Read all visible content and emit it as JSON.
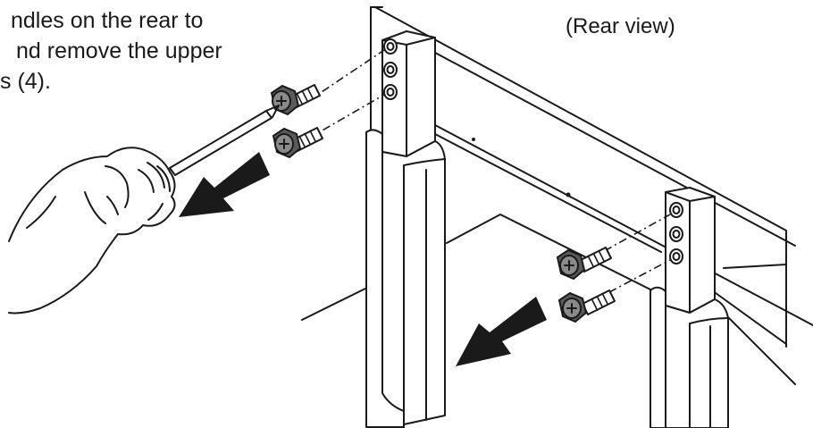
{
  "instructions": {
    "line1": "ndles on the rear to",
    "line2": "nd remove the upper",
    "line3": "s (4)."
  },
  "view_label": "(Rear view)"
}
